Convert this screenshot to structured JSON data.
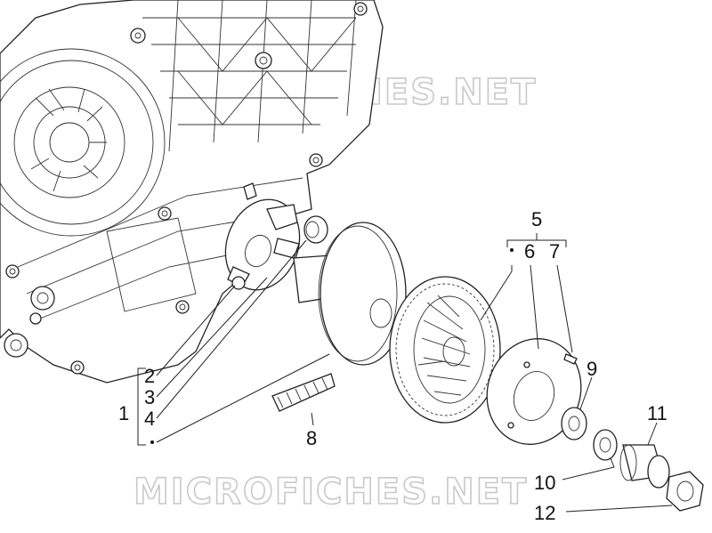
{
  "watermarks": [
    "MICROFICHES.NET",
    "MICROFICHES.NET"
  ],
  "callouts": {
    "n1": "1",
    "n2": "2",
    "n3": "3",
    "n4": "4",
    "n5": "5",
    "n6": "6",
    "n7": "7",
    "n8": "8",
    "n9": "9",
    "n10": "10",
    "n11": "11",
    "n12": "12"
  }
}
